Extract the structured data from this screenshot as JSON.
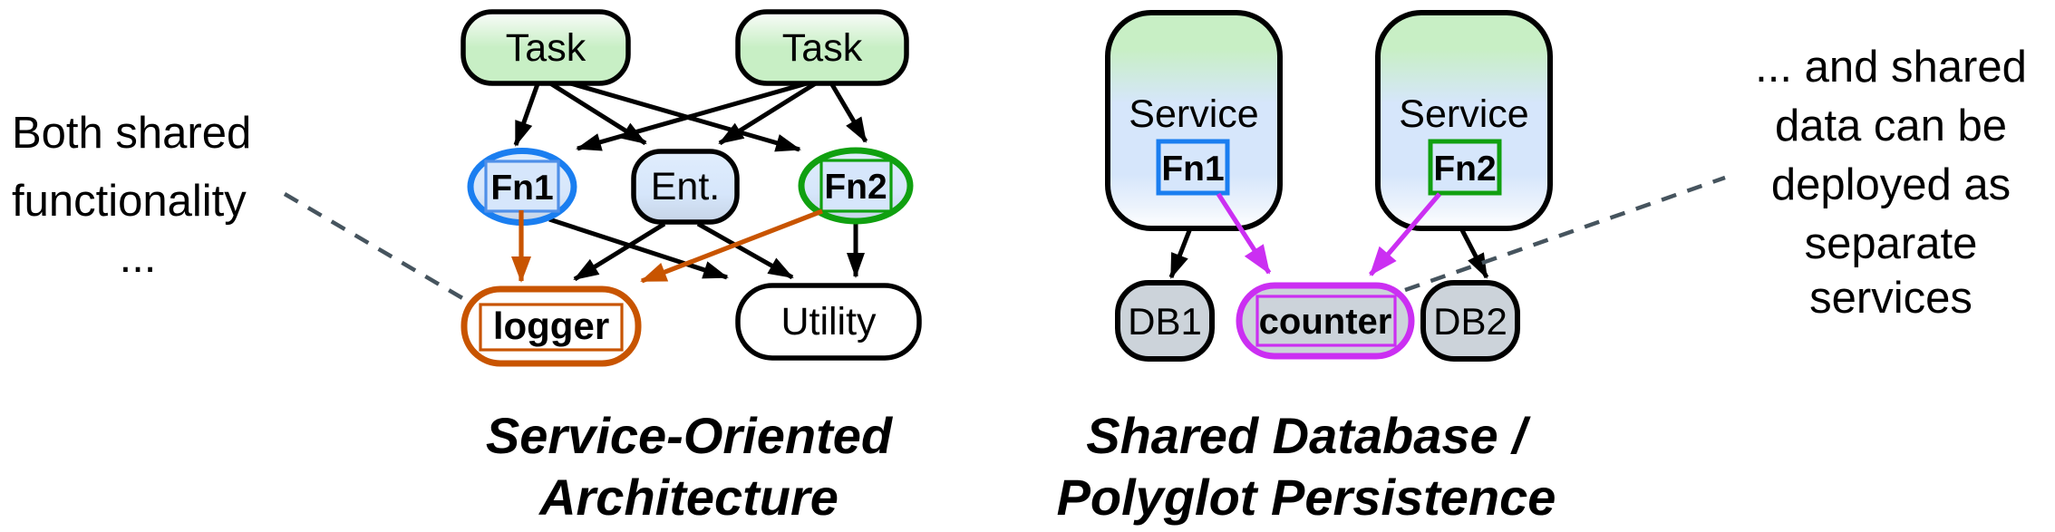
{
  "colors": {
    "black": "#000000",
    "blue": "#1a7ef0",
    "blue_inner": "#4f8fe8",
    "green": "#10a010",
    "orange": "#c85400",
    "magenta": "#cb2ff2",
    "slate_dash": "#46545e",
    "green_fill": "#c8efc5",
    "blue_fill": "#d6e6fb",
    "gray_fill": "#ccd3da",
    "white_fill": "#ffffff"
  },
  "left_diagram": {
    "title": {
      "line1": "Service-Oriented",
      "line2": "Architecture"
    },
    "nodes": {
      "task1": "Task",
      "task2": "Task",
      "fn1": "Fn1",
      "ent": "Ent.",
      "fn2": "Fn2",
      "logger": "logger",
      "utility": "Utility"
    }
  },
  "right_diagram": {
    "title": {
      "line1": "Shared Database /",
      "line2": "Polyglot Persistence"
    },
    "nodes": {
      "service1": "Service",
      "service1_fn": "Fn1",
      "service2": "Service",
      "service2_fn": "Fn2",
      "db1": "DB1",
      "counter": "counter",
      "db2": "DB2"
    }
  },
  "annotations": {
    "left": {
      "line1": "Both shared",
      "line2": "functionality",
      "line3": "..."
    },
    "right": {
      "line1": "... and shared",
      "line2": "data can be",
      "line3": "deployed as",
      "line4": "separate",
      "line5": "services"
    }
  }
}
